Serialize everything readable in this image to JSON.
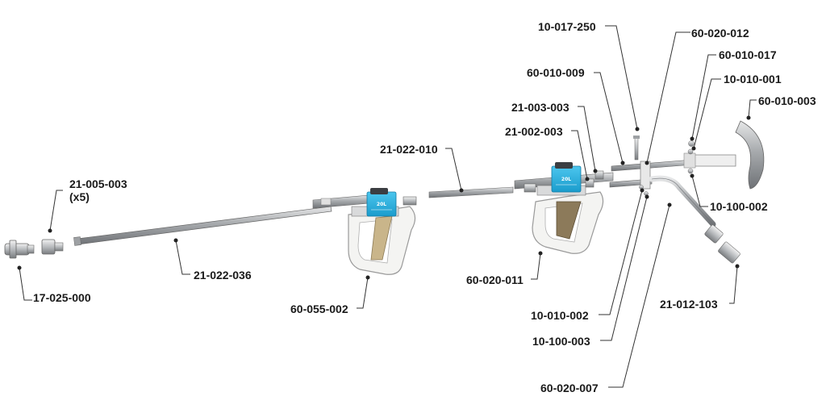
{
  "colors": {
    "steel": "#a7aaad",
    "steel_dark": "#6f7276",
    "steel_light": "#e6e7e8",
    "gauge_blue": "#2ab3e0",
    "handle_white": "#f4f4f2",
    "brass": "#c9b58a",
    "knob": "#3b3e42",
    "leader": "#333333"
  },
  "parts": [
    {
      "id": "17-025-000"
    },
    {
      "id": "21-005-003",
      "note": "(x5)"
    },
    {
      "id": "21-022-036"
    },
    {
      "id": "60-055-002"
    },
    {
      "id": "21-022-010"
    },
    {
      "id": "60-020-011"
    },
    {
      "id": "21-002-003"
    },
    {
      "id": "21-003-003"
    },
    {
      "id": "60-010-009"
    },
    {
      "id": "10-017-250"
    },
    {
      "id": "60-020-012"
    },
    {
      "id": "60-010-017"
    },
    {
      "id": "10-010-001"
    },
    {
      "id": "60-010-003"
    },
    {
      "id": "10-100-002"
    },
    {
      "id": "21-012-103"
    },
    {
      "id": "10-010-002"
    },
    {
      "id": "10-100-003"
    },
    {
      "id": "60-020-007"
    }
  ],
  "icons": {
    "gauge": "gauge-icon",
    "trigger": "trigger-handle-icon"
  }
}
